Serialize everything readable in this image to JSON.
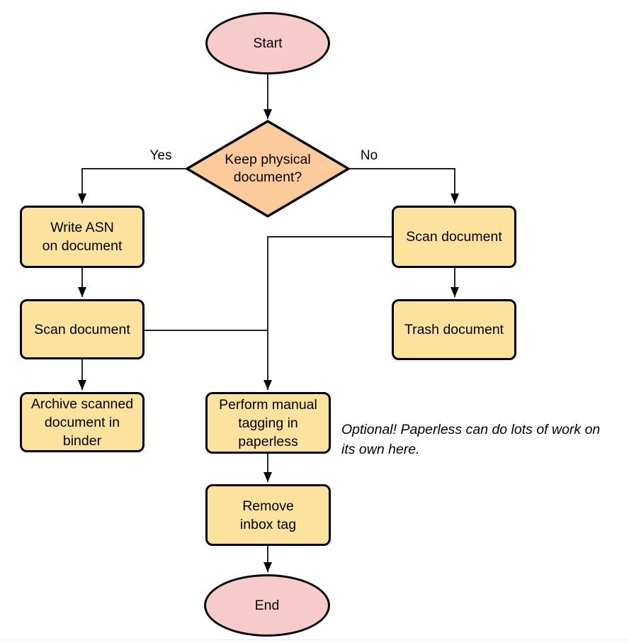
{
  "colors": {
    "terminator_fill": "#F8CBCB",
    "decision_fill": "#FDCB9B",
    "process_fill": "#FDE29E",
    "stroke": "#000000",
    "text": "#000000",
    "background": "#FFFFFF",
    "bottom_rule": "#E8EBEE"
  },
  "nodes": {
    "start": "Start",
    "decision": "Keep physical\ndocument?",
    "write_asn": "Write ASN\non document",
    "scan_left": "Scan document",
    "archive": "Archive scanned\ndocument in\nbinder",
    "scan_right": "Scan document",
    "trash": "Trash document",
    "tagging": "Perform manual\ntagging in\npaperless",
    "remove_inbox": "Remove\ninbox tag",
    "end": "End"
  },
  "edge_labels": {
    "yes": "Yes",
    "no": "No"
  },
  "annotation": "Optional! Paperless can do lots of work on\nits own here."
}
